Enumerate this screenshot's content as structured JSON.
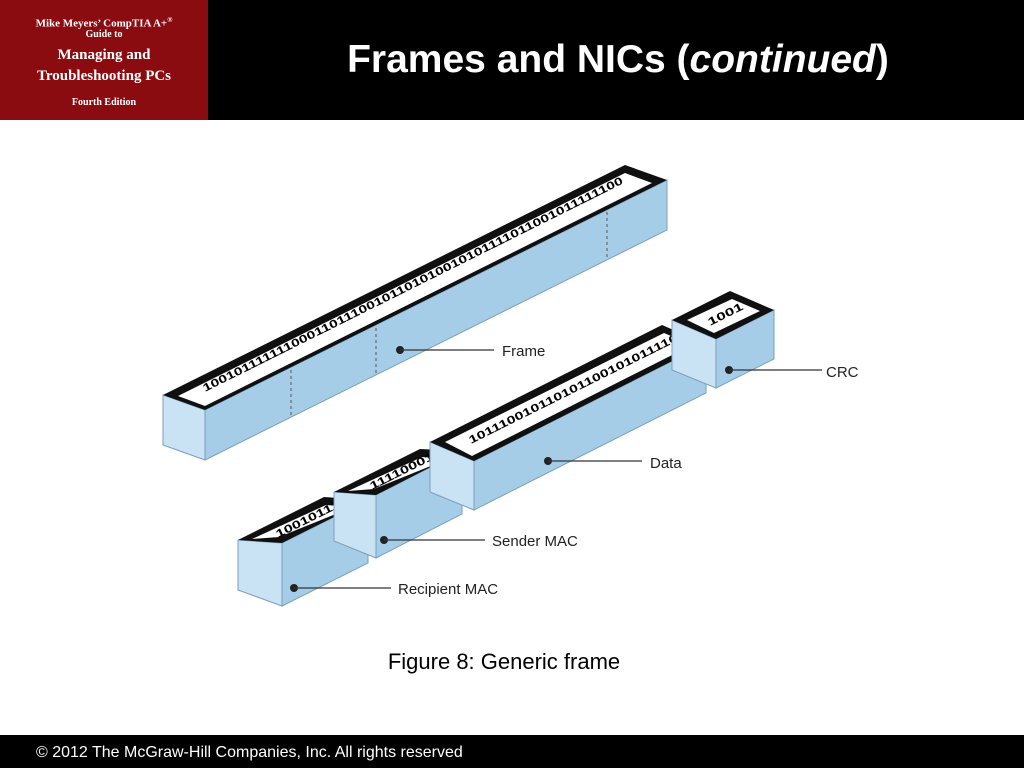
{
  "book": {
    "series": "Mike Meyers’ CompTIA A+",
    "series_mark": "®",
    "guide": "Guide to",
    "title_line1": "Managing and",
    "title_line2": "Troubleshooting PCs",
    "edition": "Fourth Edition"
  },
  "slide": {
    "title_main": "Frames and NICs (",
    "title_italic": "continued",
    "title_close": ")"
  },
  "diagram": {
    "frame_bits": "10010111111100011011100101101010010101111011001011111100",
    "frame_label": "Frame",
    "recipient_bits": "10010111",
    "recipient_label": "Recipient MAC",
    "sender_bits": "11110001",
    "sender_label": "Sender MAC",
    "data_bits": "101110010110101100101011110",
    "data_label": "Data",
    "crc_bits": "1001",
    "crc_label": "CRC",
    "colors": {
      "box_face": "#c9e2f4",
      "box_side": "#a6cde8",
      "box_top": "#101010",
      "label_strip": "#ffffff",
      "leader": "#333333"
    }
  },
  "caption": "Figure 8: Generic frame",
  "footer": {
    "copyright": "© 2012 The McGraw-Hill Companies, Inc. All rights reserved"
  }
}
